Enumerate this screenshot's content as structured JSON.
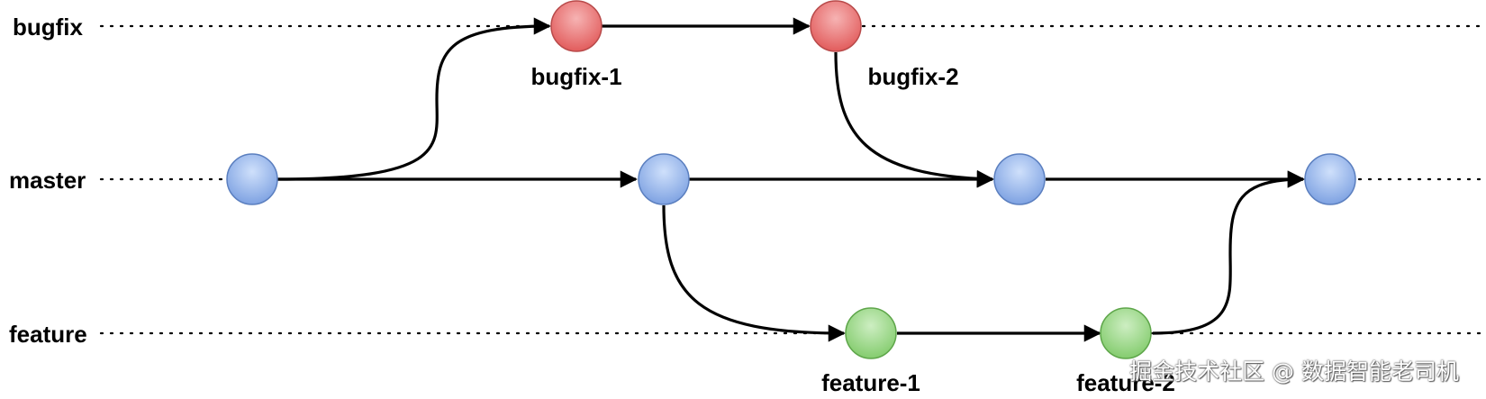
{
  "branches": {
    "bugfix": "bugfix",
    "master": "master",
    "feature": "feature"
  },
  "commits": {
    "bugfix_1": "bugfix-1",
    "bugfix_2": "bugfix-2",
    "feature_1": "feature-1",
    "feature_2": "feature-2"
  },
  "colors": {
    "bugfix_fill": "#e86a6a",
    "master_fill": "#7ea6e0",
    "feature_fill": "#8fd37a"
  },
  "watermark": "掘金技术社区 @ 数据智能老司机"
}
